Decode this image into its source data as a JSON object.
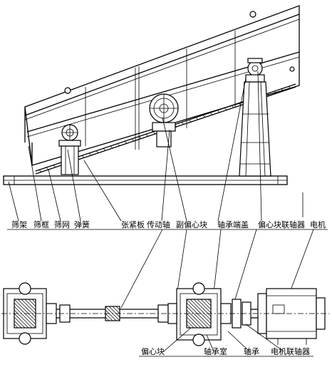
{
  "labels": {
    "top": [
      "筛架",
      "筛框",
      "筛网",
      "弹簧",
      "张紧板",
      "传动轴",
      "副偏心块",
      "轴承端盖",
      "偏心块联轴器",
      "电机"
    ],
    "bottom": [
      "偏心块",
      "轴承室",
      "轴承",
      "电机联轴器"
    ]
  }
}
